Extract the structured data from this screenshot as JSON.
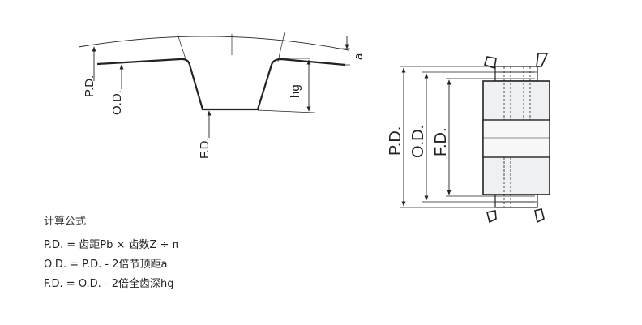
{
  "profile_labels": {
    "pd": "P.D.",
    "od": "O.D.",
    "fd": "F.D.",
    "hg": "hg",
    "a": "a"
  },
  "pulley_labels": {
    "pd": "P.D.",
    "od": "O.D.",
    "fd": "F.D."
  },
  "formulas": {
    "title": "计算公式",
    "lines": [
      "P.D. = 齿距Pb × 齿数Z ÷ π",
      "O.D. = P.D.  - 2倍节顶距a",
      "F.D. = O.D. - 2倍全齿深hg"
    ]
  }
}
